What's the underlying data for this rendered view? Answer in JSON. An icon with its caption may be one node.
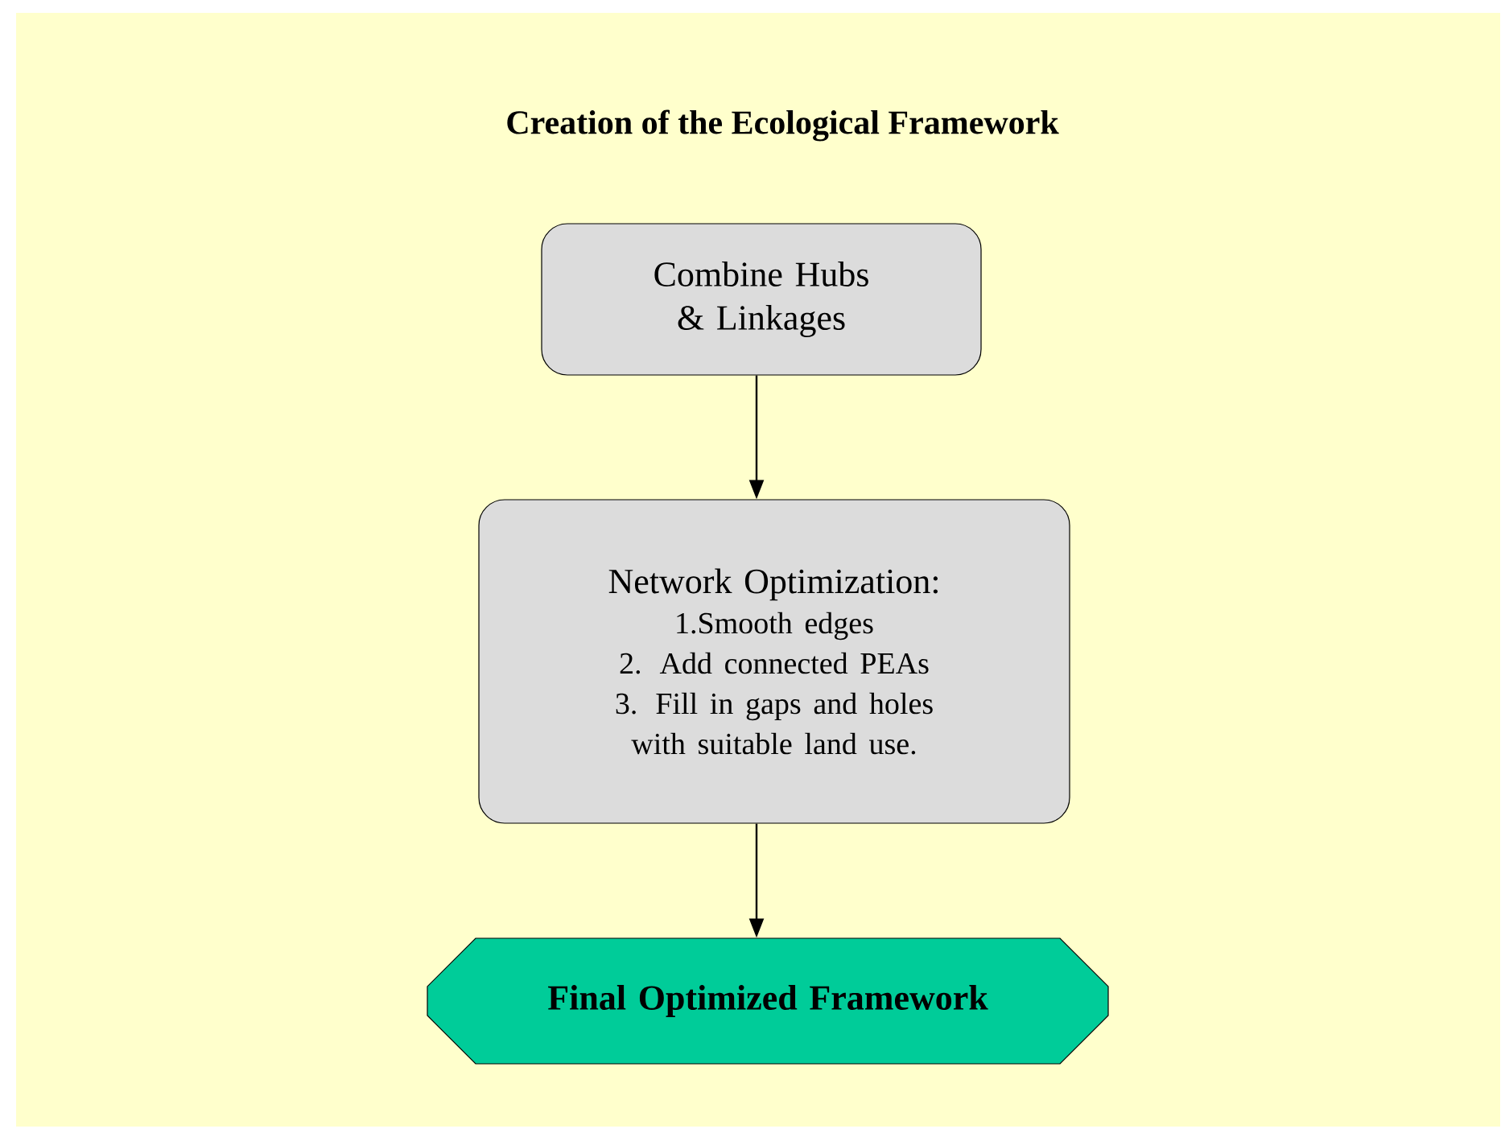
{
  "diagram": {
    "title": "Creation of the Ecological Framework",
    "nodes": [
      {
        "text": [
          "Combine Hubs & Linkages"
        ]
      },
      {
        "text": [
          "Network Optimization:",
          "1.Smooth edges",
          "2. Add connected PEAs",
          "3. Fill in gaps and holes with suitable land use."
        ]
      },
      {
        "text": [
          "Final Optimized Framework"
        ]
      }
    ],
    "edges": [
      {
        "from": 0,
        "to": 1,
        "arrow": "to"
      },
      {
        "from": 1,
        "to": 2,
        "arrow": "to"
      }
    ]
  }
}
